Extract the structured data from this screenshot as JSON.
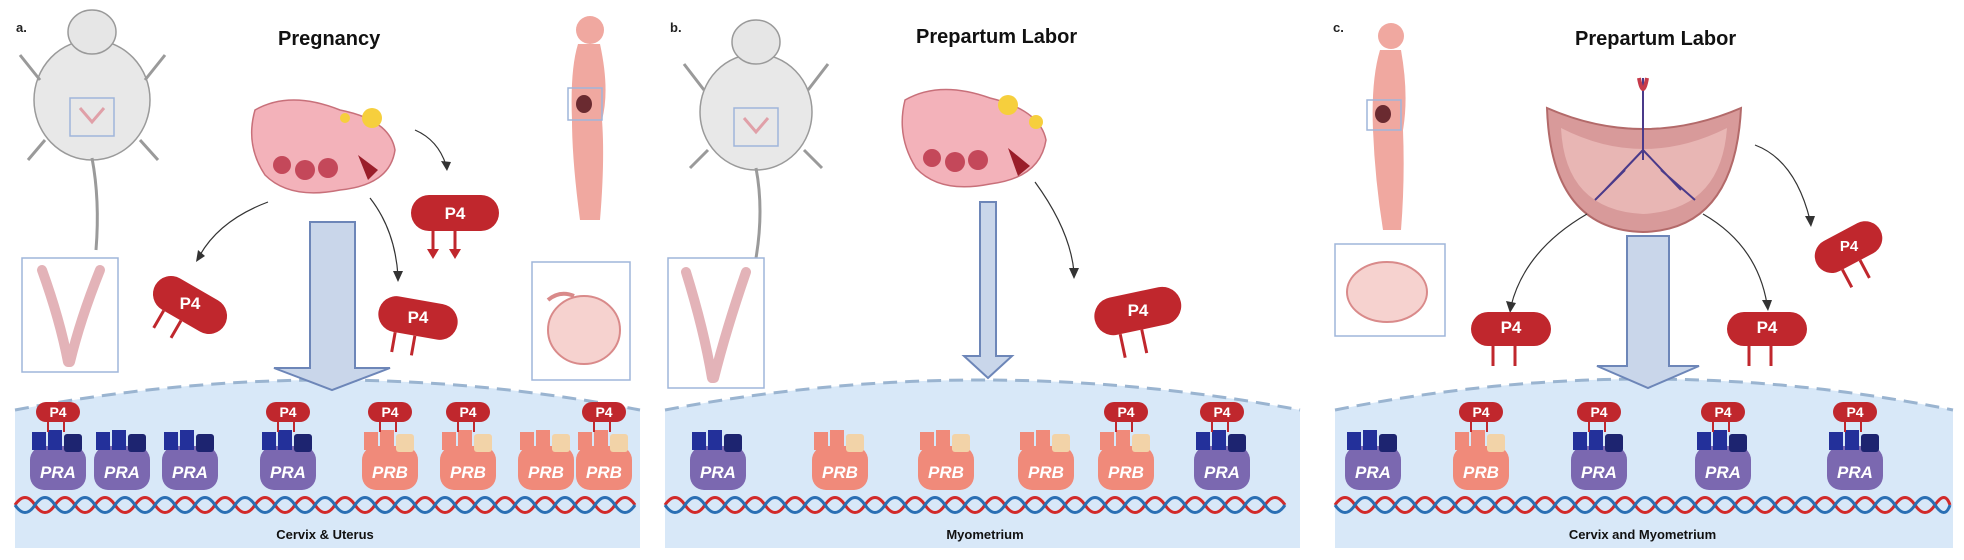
{
  "panels": [
    {
      "letter": "a.",
      "title": "Pregnancy",
      "tissue": "Cervix & Uterus",
      "hormone": "P4",
      "receptors": [
        {
          "type": "PRA",
          "bound": true
        },
        {
          "type": "PRA",
          "bound": false
        },
        {
          "type": "PRA",
          "bound": false
        },
        {
          "type": "PRA",
          "bound": true
        },
        {
          "type": "PRB",
          "bound": true
        },
        {
          "type": "PRB",
          "bound": true
        },
        {
          "type": "PRB",
          "bound": false
        },
        {
          "type": "PRB",
          "bound": true
        }
      ]
    },
    {
      "letter": "b.",
      "title": "Prepartum Labor",
      "tissue": "Myometrium",
      "hormone": "P4",
      "receptors": [
        {
          "type": "PRA",
          "bound": false
        },
        {
          "type": "PRB",
          "bound": false
        },
        {
          "type": "PRB",
          "bound": false
        },
        {
          "type": "PRB",
          "bound": false
        },
        {
          "type": "PRB",
          "bound": true
        },
        {
          "type": "PRA",
          "bound": true
        }
      ]
    },
    {
      "letter": "c.",
      "title": "Prepartum Labor",
      "tissue": "Cervix and Myometrium",
      "hormone": "P4",
      "receptors": [
        {
          "type": "PRA",
          "bound": false
        },
        {
          "type": "PRB",
          "bound": true
        },
        {
          "type": "PRA",
          "bound": true
        },
        {
          "type": "PRA",
          "bound": true
        },
        {
          "type": "PRA",
          "bound": true
        }
      ]
    }
  ],
  "colors": {
    "membrane_fill": "#d8e8f8",
    "membrane_dash": "#9ab4d0",
    "pra": "#7b68b0",
    "pra_cap": "#23309a",
    "prb": "#f08a7a",
    "prb_cap": "#f2d3a8",
    "p4": "#c0272d",
    "dna_red": "#d12a2a",
    "dna_blue": "#2a6fb4",
    "arrow_fill": "#c9d6ea",
    "arrow_stroke": "#6d86b8"
  }
}
